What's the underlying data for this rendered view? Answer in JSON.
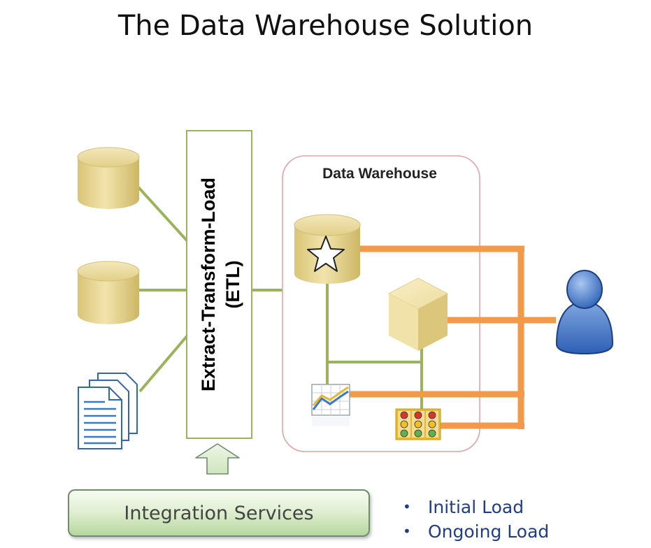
{
  "title": "The Data Warehouse Solution",
  "etl": {
    "line1": "Extract-Transform-Load",
    "line2": "(ETL)"
  },
  "warehouse": {
    "label": "Data Warehouse"
  },
  "integration": {
    "label": "Integration Services"
  },
  "bullets": [
    "Initial Load",
    "Ongoing Load"
  ],
  "colors": {
    "connector_green": "#9bb35a",
    "connector_orange": "#f39a4a",
    "database_fill": "#e8d89a",
    "warehouse_border": "#e7a3a3",
    "etl_border": "#9bb35a",
    "bullet_text": "#1f3d8a"
  },
  "icons": [
    "database-icon",
    "documents-icon",
    "star-database-icon",
    "cube-icon",
    "line-chart-icon",
    "kpi-scorecard-icon",
    "user-icon",
    "up-arrow-icon"
  ]
}
